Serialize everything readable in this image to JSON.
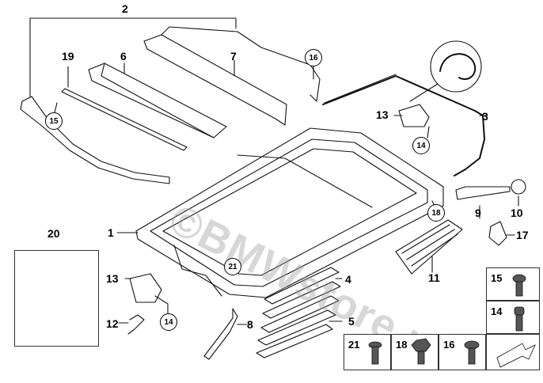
{
  "diagram": {
    "callouts": {
      "c1": "1",
      "c2": "2",
      "c3": "3",
      "c4": "4",
      "c5": "5",
      "c6": "6",
      "c7": "7",
      "c8": "8",
      "c9": "9",
      "c10": "10",
      "c11": "11",
      "c12": "12",
      "c13a": "13",
      "c13b": "13",
      "c17": "17",
      "c19": "19",
      "c20": "20"
    },
    "circled": {
      "r14a": "14",
      "r14b": "14",
      "r15": "15",
      "r16": "16",
      "r18": "18",
      "r21": "21"
    },
    "fastener_boxes": {
      "b15": "15",
      "b14": "14",
      "b21": "21",
      "b18": "18",
      "b16": "16"
    },
    "watermark_text": "©BMWstore.pl"
  }
}
